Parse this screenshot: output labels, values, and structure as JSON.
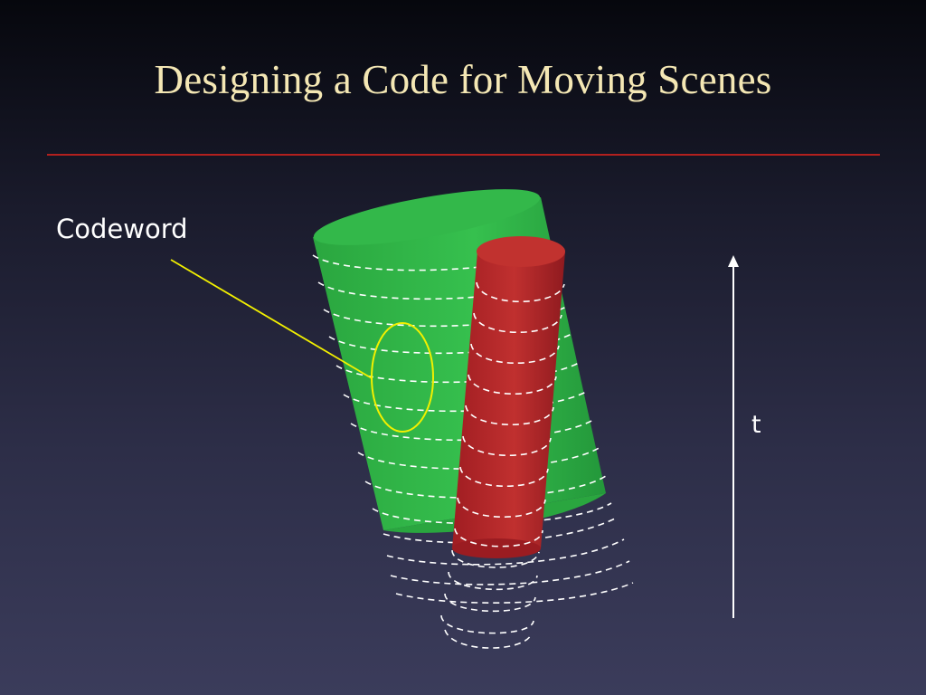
{
  "slide": {
    "title": "Designing a Code for Moving Scenes"
  },
  "diagram": {
    "codeword_label": "Codeword",
    "time_axis_label": "t",
    "colors": {
      "title": "#f4e7b4",
      "rule": "#b2201e",
      "green_cylinder": "#2fb245",
      "red_cylinder": "#b0262a",
      "codeword_ring": "#f2f000",
      "dashed_slices": "#ffffff"
    }
  }
}
